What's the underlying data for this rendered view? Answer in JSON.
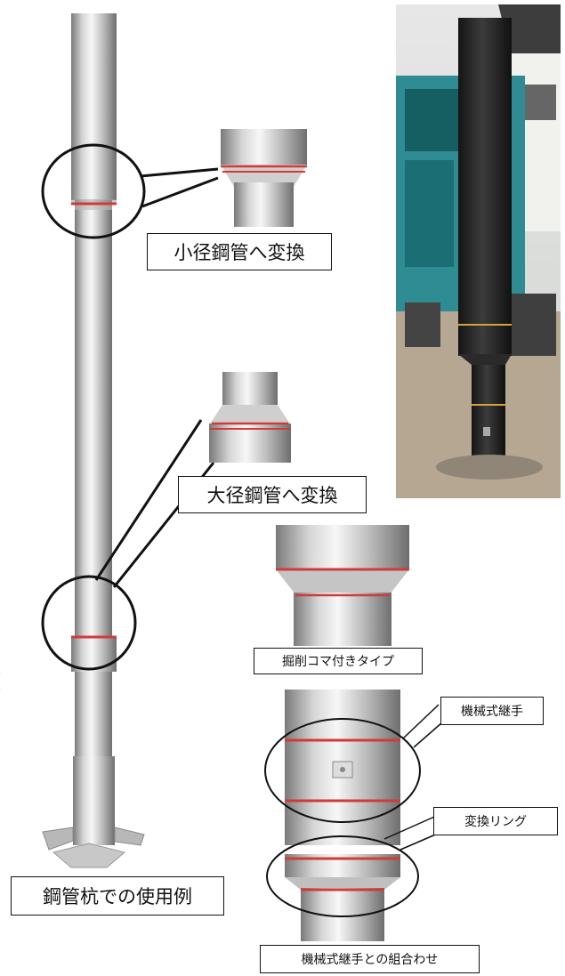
{
  "labels": {
    "small_pipe": "小径鋼管へ変換",
    "large_pipe": "大径鋼管へ変換",
    "excavation_type": "掘削コマ付きタイプ",
    "mechanical_joint": "機械式継手",
    "conversion_ring": "変換リング",
    "combination": "機械式継手との組合わせ",
    "usage_example": "鋼管杭での使用例"
  },
  "colors": {
    "ring_red": "#d23a3a",
    "steel_dark": "#8e8e8e",
    "steel_light": "#f2f2f2",
    "outline": "#111111"
  }
}
